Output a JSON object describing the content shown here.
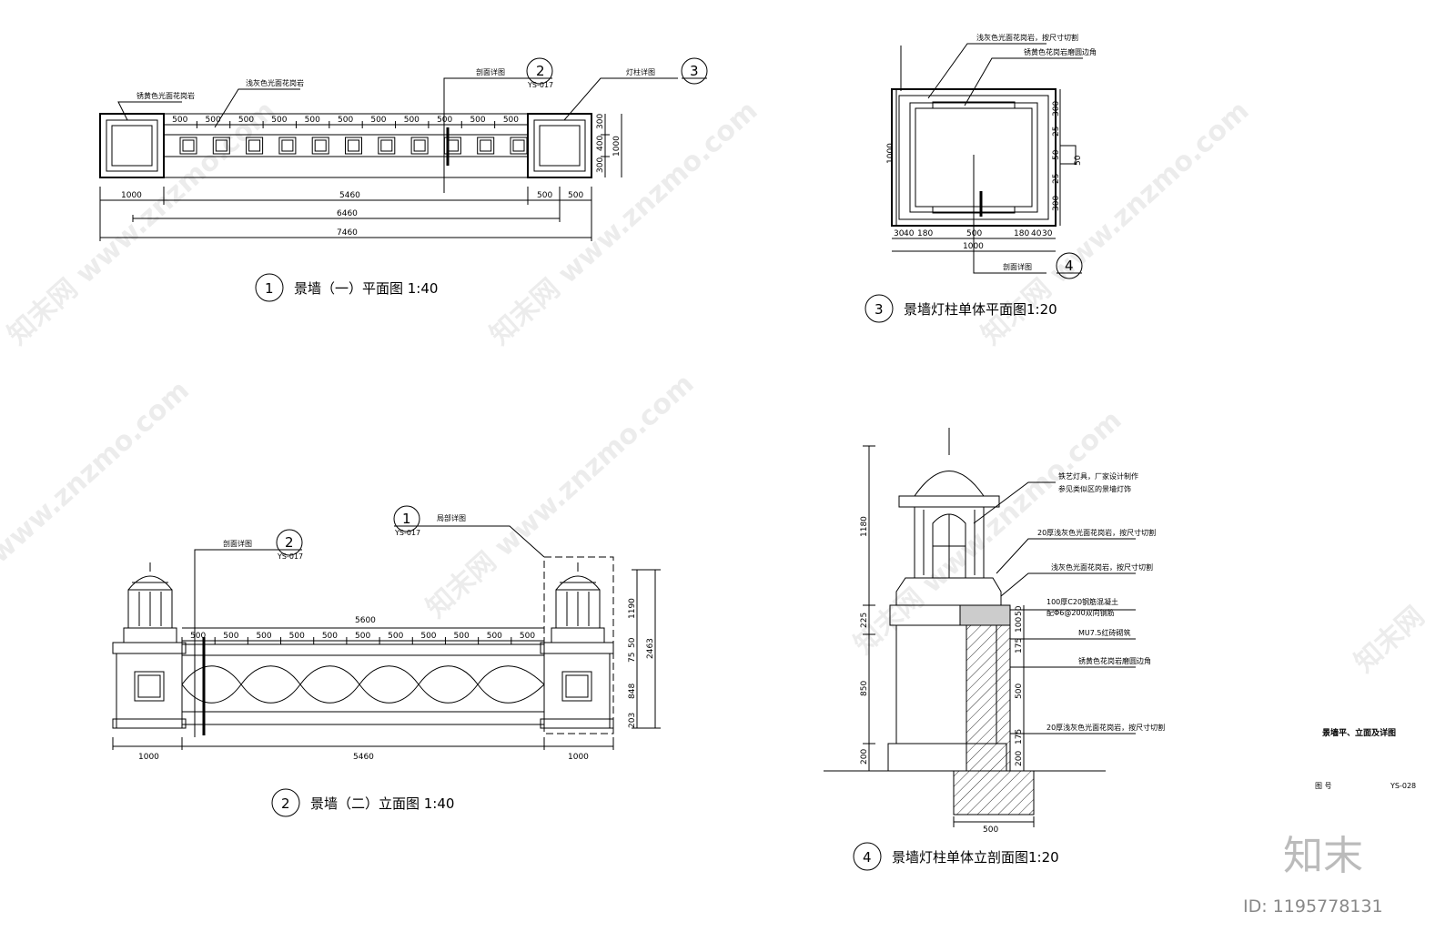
{
  "drawings": {
    "plan1": {
      "num": "1",
      "title": "景墙（一）平面图 1:40"
    },
    "elev2": {
      "num": "2",
      "title": "景墙（二）立面图 1:40"
    },
    "plan3": {
      "num": "3",
      "title": "景墙灯柱单体平面图1:20"
    },
    "sec4": {
      "num": "4",
      "title": "景墙灯柱单体立剖面图1:20"
    }
  },
  "plan1": {
    "note_left": "锈黄色光面花岗岩",
    "note_mid": "浅灰色光面花岗岩",
    "ref_section_label": "剖面详图",
    "ref_section_num": "2",
    "ref_section_sheet": "YS-017",
    "ref_lamp_label": "灯柱详图",
    "ref_lamp_num": "3",
    "spans": [
      "500",
      "500",
      "500",
      "500",
      "500",
      "500",
      "500",
      "500",
      "500",
      "500",
      "500"
    ],
    "right_dims": [
      "300",
      "400",
      "300",
      "1000"
    ],
    "bottom_1": [
      "1000",
      "5460",
      "500",
      "500"
    ],
    "bottom_2": "6460",
    "bottom_3": "7460"
  },
  "plan3": {
    "note1": "浅灰色光面花岗岩，按尺寸切割",
    "note2": "锈黄色花岗岩磨圆边角",
    "left_dim": "1000",
    "right_dims": [
      "300",
      "25",
      "50",
      "25",
      "300"
    ],
    "right_mark": "50",
    "bottom_dims": [
      "30",
      "40",
      "180",
      "500",
      "180",
      "40",
      "30"
    ],
    "bottom_total": "1000",
    "ref_label": "剖面详图",
    "ref_num": "4"
  },
  "elev2": {
    "ref_detail_label": "局部详图",
    "ref_detail_num": "1",
    "ref_detail_sheet": "YS-017",
    "ref_section_label": "剖面详图",
    "ref_section_num": "2",
    "ref_section_sheet": "YS-017",
    "top_total": "5600",
    "spans": [
      "500",
      "500",
      "500",
      "500",
      "500",
      "500",
      "500",
      "500",
      "500",
      "500",
      "500"
    ],
    "right_dims": [
      "1190",
      "50",
      "75",
      "848",
      "203"
    ],
    "right_total": "2463",
    "bottom": [
      "1000",
      "5460",
      "1000"
    ]
  },
  "sec4": {
    "left_dims": [
      "1180",
      "225",
      "850",
      "200"
    ],
    "notes": [
      "铁艺灯具，厂家设计制作",
      "参见类似区的景墙灯饰",
      "20厚浅灰色光面花岗岩，按尺寸切割",
      "浅灰色光面花岗岩，按尺寸切割",
      "100厚C20钢筋混凝土",
      "配Φ6@200双向钢筋",
      "MU7.5红砖砌筑",
      "锈黄色花岗岩磨圆边角",
      "20厚浅灰色光面花岗岩，按尺寸切割"
    ],
    "right_dims": [
      "50",
      "100",
      "175",
      "500",
      "175",
      "200"
    ],
    "bottom_dim": "500"
  },
  "titleblock": {
    "title": "景墙平、立面及详图",
    "label": "图 号",
    "sheet": "YS-028"
  },
  "watermark": {
    "brand": "知末",
    "id": "ID: 1195778131",
    "site": "www.znzmo.com",
    "cn": "知末网"
  }
}
